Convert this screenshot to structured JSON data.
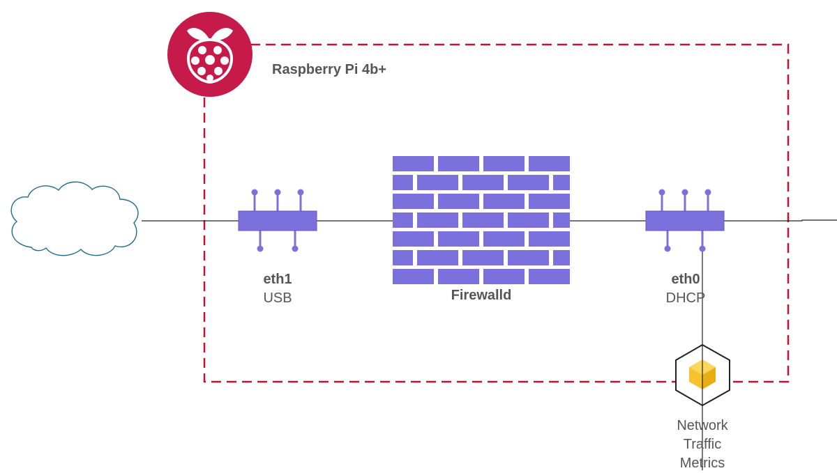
{
  "diagram": {
    "device": {
      "title": "Raspberry Pi 4b+",
      "border_color": "#c3122c",
      "logo": "raspberry-pi-logo",
      "logo_color": "#c51a4a"
    },
    "firewall": {
      "label": "Firewalld",
      "icon": "brick-wall-icon",
      "color": "#7b70dc"
    },
    "interfaces": [
      {
        "id": "eth1",
        "name": "eth1",
        "subtitle": "USB",
        "icon": "network-interface-icon"
      },
      {
        "id": "eth0",
        "name": "eth0",
        "subtitle": "DHCP",
        "icon": "network-interface-icon"
      }
    ],
    "internet": {
      "icon": "cloud-icon",
      "color": "#1f6b8a"
    },
    "metrics": {
      "label_lines": [
        "Network",
        "Traffic",
        "Metrics"
      ],
      "icon": "metrics-box-icon",
      "color": "#f6c22d"
    },
    "accent_color": "#7b70dc",
    "line_color": "#222222"
  }
}
